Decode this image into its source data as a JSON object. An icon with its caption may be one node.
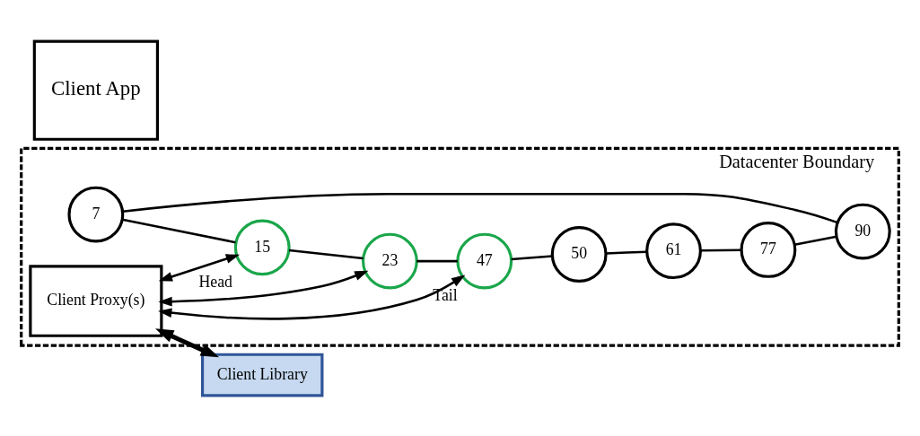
{
  "diagram": {
    "nodes": [
      {
        "text": [
          "Datacenter Boundary"
        ]
      },
      {
        "text": [
          "7"
        ],
        "in": 0
      },
      {
        "text": [
          "90"
        ],
        "in": 0
      },
      {
        "text": [
          "15"
        ],
        "in": 0,
        "beside": [
          "Head"
        ]
      },
      {
        "text": [
          "77"
        ],
        "in": 0
      },
      {
        "text": [
          "23"
        ],
        "in": 0
      },
      {
        "text": [
          "61"
        ],
        "in": 0
      },
      {
        "text": [
          "47"
        ],
        "in": 0,
        "beside": [
          "Tail"
        ]
      },
      {
        "text": [
          "50"
        ],
        "in": 0
      },
      {
        "text": [
          "Client Proxy(s)"
        ],
        "in": 0
      },
      {
        "text": [
          "Client App"
        ]
      },
      {
        "text": [
          "Client Library"
        ]
      }
    ],
    "edges": [
      {
        "from": 1,
        "to": 3,
        "arrow": "none"
      },
      {
        "from": 3,
        "to": 5,
        "arrow": "none"
      },
      {
        "from": 5,
        "to": 7,
        "arrow": "none"
      },
      {
        "from": 7,
        "to": 8,
        "arrow": "none"
      },
      {
        "from": 8,
        "to": 6,
        "arrow": "none"
      },
      {
        "from": 6,
        "to": 4,
        "arrow": "none"
      },
      {
        "from": 4,
        "to": 2,
        "arrow": "none"
      },
      {
        "from": 2,
        "to": 1,
        "arrow": "none"
      },
      {
        "from": 9,
        "to": 3,
        "arrow": "both"
      },
      {
        "from": 9,
        "to": 5,
        "arrow": "both"
      },
      {
        "from": 9,
        "to": 7,
        "arrow": "both"
      },
      {
        "from": 9,
        "to": 11,
        "arrow": "both",
        "style": "thick"
      }
    ]
  }
}
